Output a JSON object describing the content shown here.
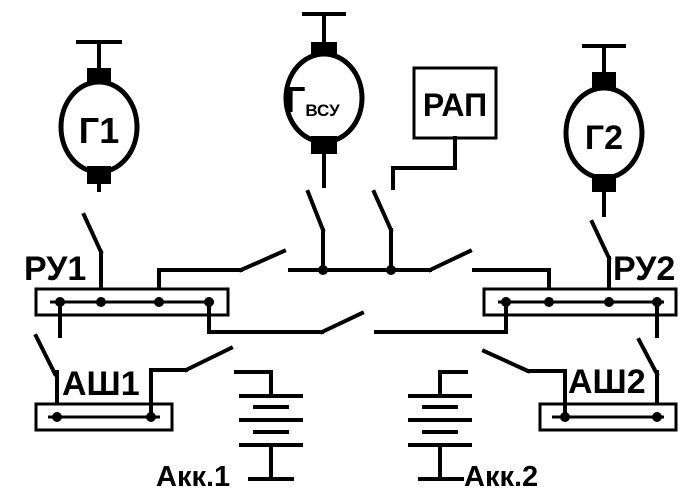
{
  "diagram": {
    "generators": {
      "g1": "Г1",
      "g_apu_main": "Г",
      "g_apu_sub": "ВСУ",
      "g2": "Г2"
    },
    "regulator": "РАП",
    "distribution": {
      "left": "РУ1",
      "right": "РУ2"
    },
    "battery_buses": {
      "left": "АШ1",
      "right": "АШ2"
    },
    "batteries": {
      "left": "Акк.1",
      "right": "Акк.2"
    }
  }
}
